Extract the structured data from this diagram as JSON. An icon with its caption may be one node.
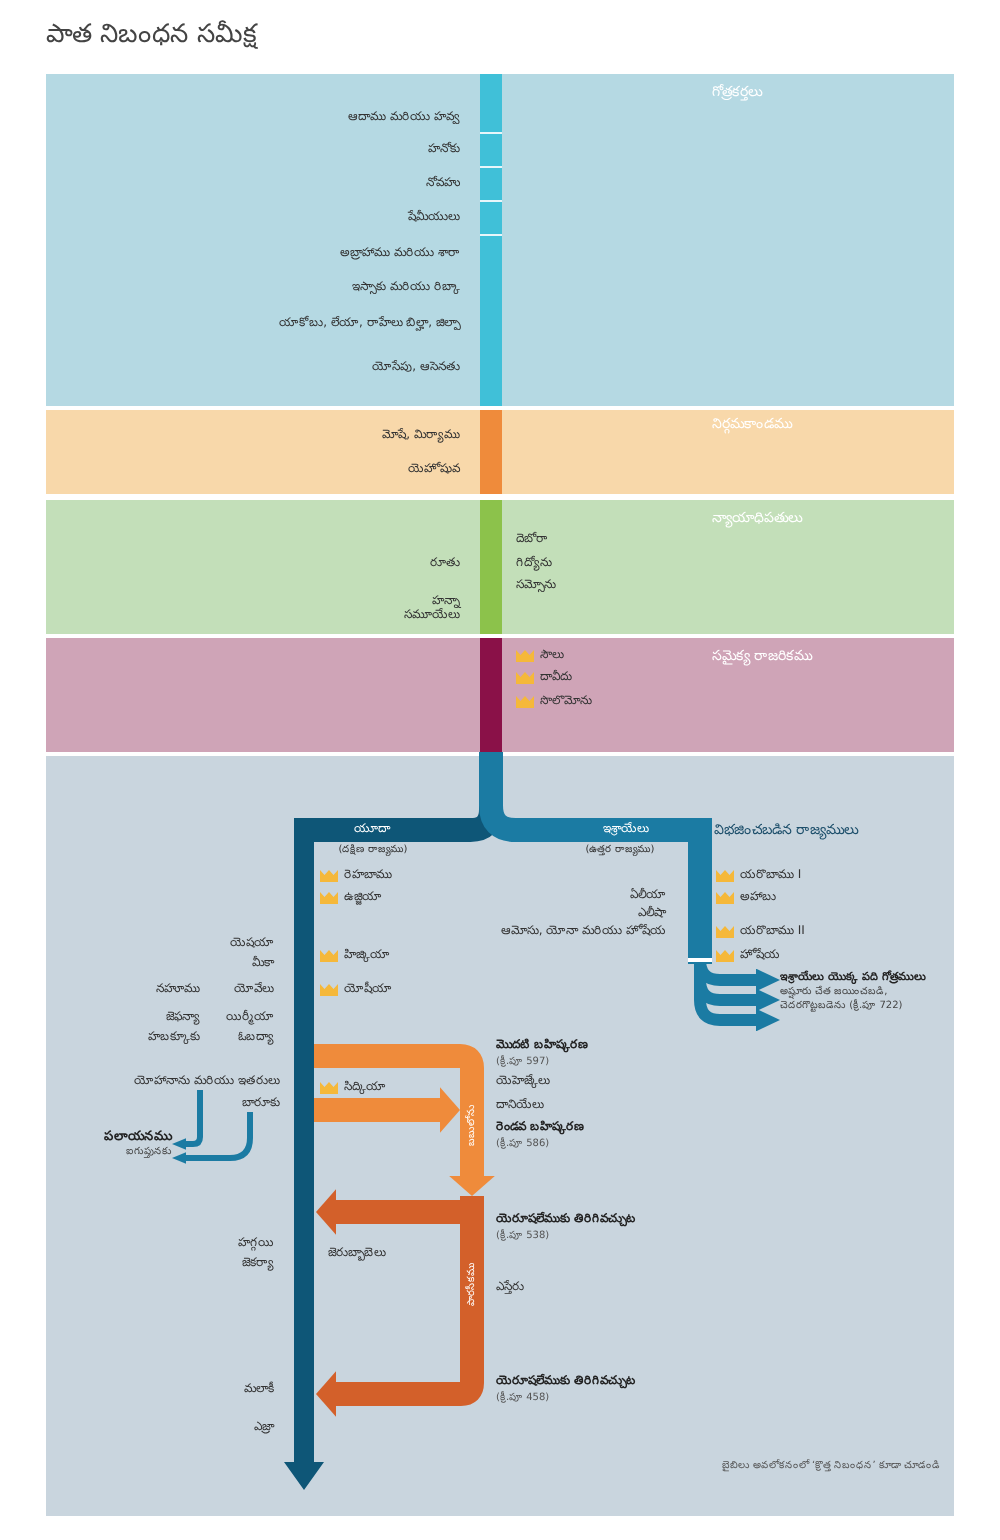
{
  "diagram": {
    "title": "పాత నిబంధన సమీక్ష",
    "nodes": [
      {
        "text": [
          "గోత్రకర్తలు"
        ]
      },
      {
        "text": [
          "నిర్గమకాండము"
        ]
      },
      {
        "text": [
          "న్యాయాధిపతులు"
        ]
      },
      {
        "text": [
          "సమైక్య రాజరికము"
        ]
      },
      {
        "text": [
          "విభజించబడిన రాజ్యములు"
        ]
      },
      {
        "text": [
          "యూదా",
          "(దక్షిణ రాజ్యము)"
        ],
        "in": 4
      },
      {
        "text": [
          "ఇశ్రాయేలు",
          "(ఉత్తర రాజ్యము)"
        ],
        "in": 4
      },
      {
        "text": [
          "ఇశ్రాయేలు యొక్క పది గోత్రములు",
          "అష్షూరు చేత జయించబడి, చెదరగొట్టబడెను (క్రీ.పూ 722)"
        ],
        "in": 4
      },
      {
        "text": [
          "బబులోను"
        ],
        "in": 4
      },
      {
        "text": [
          "పారసీకము"
        ],
        "in": 4
      },
      {
        "text": [
          "యోహానాను మరియు ఇతరులు"
        ],
        "in": 4
      },
      {
        "text": [
          "బారూకు"
        ],
        "in": 4
      },
      {
        "text": [
          "పలాయనము",
          "ఐగుప్తునకు"
        ],
        "in": 4
      }
    ],
    "edges": [
      {
        "from": 3,
        "to": 5,
        "arrow": "none",
        "color": "#0e5677"
      },
      {
        "from": 3,
        "to": 6,
        "arrow": "none"
      },
      {
        "from": 6,
        "to": 7,
        "arrow": "to"
      },
      {
        "from": 5,
        "to": 8,
        "arrow": "none",
        "color": "#ef8b3b"
      },
      {
        "from": 5,
        "to": 8,
        "arrow": "to",
        "color": "#ef8b3b"
      },
      {
        "from": 8,
        "to": 9,
        "arrow": "to",
        "color": "#ef8b3b"
      },
      {
        "from": 9,
        "to": 5,
        "arrow": "to",
        "color": "#d3602a"
      },
      {
        "from": 9,
        "to": 5,
        "arrow": "to",
        "color": "#d3602a"
      },
      {
        "from": 10,
        "to": 12,
        "arrow": "to"
      },
      {
        "from": 11,
        "to": 12,
        "arrow": "to"
      }
    ],
    "labels": [
      "ఆదాము మరియు హవ్వ",
      "హనోకు",
      "నోవహు",
      "షేమీయులు",
      "అబ్రాహాము మరియు శారా",
      "ఇస్సాకు మరియు రిబ్కా",
      "యాకోబు, లేయా, రాహేలు బిల్హా, జిల్పా",
      "యోసేపు, ఆసెనతు",
      "మోషే, మిర్యాము",
      "యెహోషువ",
      "దెబోరా",
      "గిద్యోను",
      "సమ్సోను",
      "రూతు",
      "హన్నా సమూయేలు",
      "సౌలు",
      "దావీదు",
      "సొలొమోను",
      "రెహబాము",
      "ఉజ్జియా",
      "హిజ్కియా",
      "యోషీయా",
      "సిద్కియా",
      "యరొబాము I",
      "అహాబు",
      "యరొబాము II",
      "హోషేయ",
      "ఏలీయా",
      "ఎలీషా",
      "ఆమోసు, యోనా మరియు హోషేయ",
      "యెషయా",
      "మీకా",
      "నహూము",
      "యోవేలు",
      "జెఫన్యా",
      "యిర్మీయా",
      "హబక్కూకు",
      "ఓబద్యా",
      "మొదటి బహిష్కరణ",
      "(క్రీ.పూ 597)",
      "యెహెజ్కేలు",
      "దానియేలు",
      "రెండవ బహిష్కరణ",
      "(క్రీ.పూ 586)",
      "యెరూషలేముకు తిరిగివచ్చుట",
      "(క్రీ.పూ 538)",
      "ఎస్తేరు",
      "యెరూషలేముకు తిరిగివచ్చుట",
      "(క్రీ.పూ 458)",
      "హగ్గయి",
      "జెకర్యా",
      "జెరుబ్బాబెలు",
      "మలాకీ",
      "ఎజ్రా",
      "బైబిలు అవలోకనంలో ‘క్రొత్త నిబంధన’ కూడా చూడండి"
    ]
  }
}
